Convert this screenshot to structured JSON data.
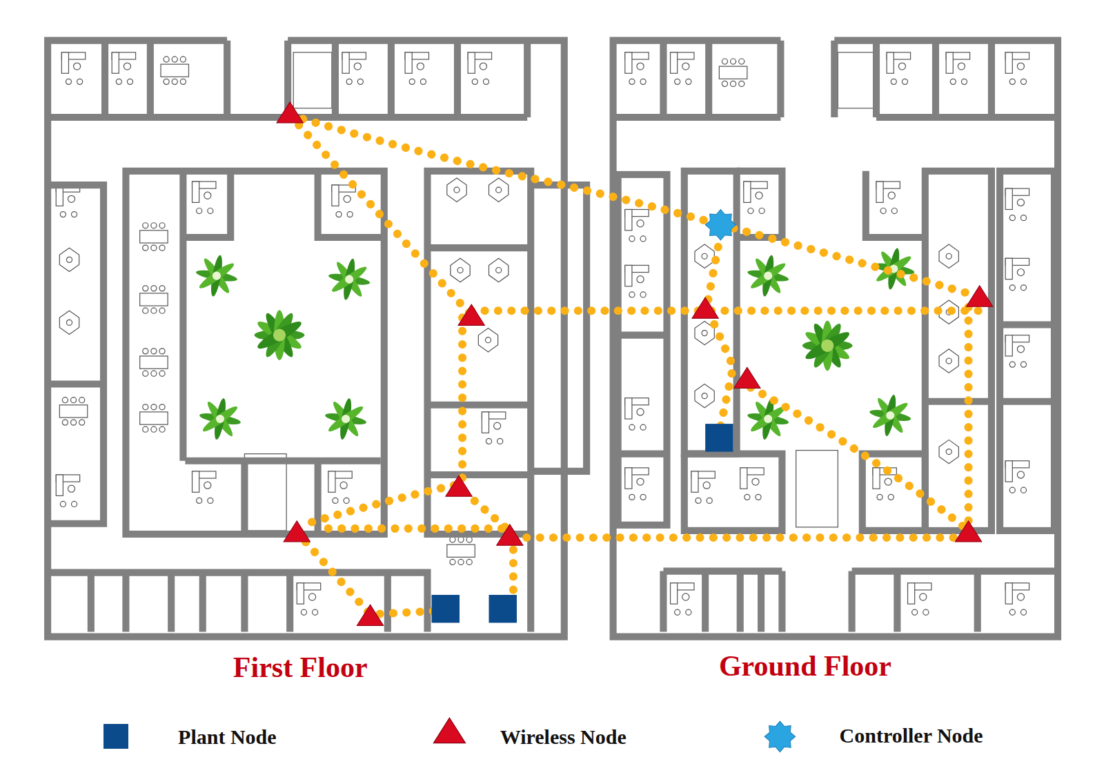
{
  "diagram": {
    "labels": [
      "First Floor",
      "Ground Floor"
    ],
    "legend": [
      {
        "text": "Plant Node",
        "color": "#0b4a8b"
      },
      {
        "text": "Wireless Node"
      },
      {
        "text": "Controller Node"
      }
    ]
  }
}
